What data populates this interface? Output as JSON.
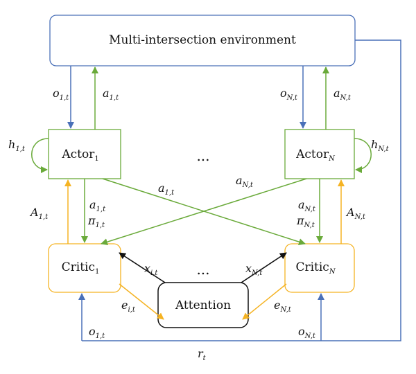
{
  "nodes": {
    "environment": "Multi-intersection environment",
    "actor_1": "Actor",
    "actor_1_sub": "1",
    "actor_n": "Actor",
    "actor_n_sub": "N",
    "critic_1": "Critic",
    "critic_1_sub": "1",
    "critic_n": "Critic",
    "critic_n_sub": "N",
    "attention": "Attention"
  },
  "ellipsis": "...",
  "labels": {
    "o1t_top": {
      "base": "o",
      "sub": "1,t"
    },
    "a1t_top": {
      "base": "a",
      "sub": "1,t"
    },
    "oNt_top": {
      "base": "o",
      "sub": "N,t"
    },
    "aNt_top": {
      "base": "a",
      "sub": "N,t"
    },
    "h1t": {
      "base": "h",
      "sub": "1,t"
    },
    "hNt": {
      "base": "h",
      "sub": "N,t"
    },
    "a1t_cross": {
      "base": "a",
      "sub": "1,t"
    },
    "aNt_cross": {
      "base": "a",
      "sub": "N,t"
    },
    "A1t": {
      "base": "A",
      "sub": "1,t"
    },
    "a1t_mid": {
      "base": "a",
      "sub": "1,t"
    },
    "pi1t": {
      "base": "π",
      "sub": "1,t"
    },
    "aNt_mid": {
      "base": "a",
      "sub": "N,t"
    },
    "piNt": {
      "base": "π",
      "sub": "N,t"
    },
    "ANt": {
      "base": "A",
      "sub": "N,t"
    },
    "xit": {
      "base": "x",
      "sub": "i,t"
    },
    "xNt": {
      "base": "x",
      "sub": "N,t"
    },
    "eit": {
      "base": "e",
      "sub": "i,t"
    },
    "eNt": {
      "base": "e",
      "sub": "N,t"
    },
    "o1t_bot": {
      "base": "o",
      "sub": "1,t"
    },
    "oNt_bot": {
      "base": "o",
      "sub": "N,t"
    },
    "rt": {
      "base": "r",
      "sub": "t"
    }
  },
  "colors": {
    "blue": "#4a70b8",
    "green": "#6aaa3a",
    "orange": "#f5b323",
    "black": "#111111"
  }
}
